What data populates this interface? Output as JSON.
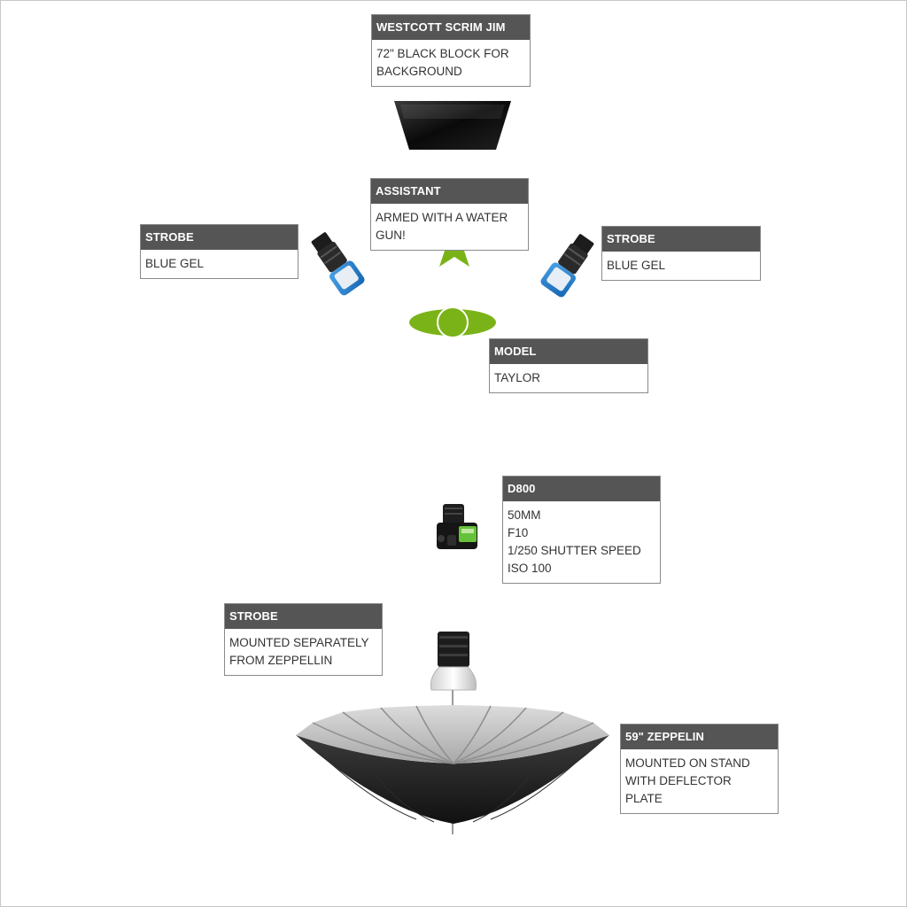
{
  "labels": {
    "scrim": {
      "title": "WESTCOTT SCRIM JIM",
      "lines": [
        "72\" BLACK BLOCK FOR",
        "BACKGROUND"
      ]
    },
    "assistant": {
      "title": "ASSISTANT",
      "lines": [
        "ARMED WITH A WATER",
        "GUN!"
      ]
    },
    "strobe_left": {
      "title": "STROBE",
      "lines": [
        "BLUE GEL"
      ]
    },
    "strobe_right": {
      "title": "STROBE",
      "lines": [
        "BLUE GEL"
      ]
    },
    "model": {
      "title": "MODEL",
      "lines": [
        "TAYLOR"
      ]
    },
    "camera": {
      "title": "D800",
      "lines": [
        "50MM",
        "F10",
        "1/250 SHUTTER SPEED",
        "ISO 100"
      ]
    },
    "strobe_bottom": {
      "title": "STROBE",
      "lines": [
        "MOUNTED SEPARATELY",
        "FROM ZEPPELLIN"
      ]
    },
    "zeppelin": {
      "title": "59\" ZEPPELIN",
      "lines": [
        "MOUNTED ON STAND",
        "WITH DEFLECTOR",
        "PLATE"
      ]
    }
  },
  "icons": {
    "scrim": "black-scrim-icon",
    "assistant": "green-star-icon",
    "model": "green-person-icon",
    "strobe": "strobe-light-icon",
    "camera": "dslr-camera-icon",
    "zeppelin": "umbrella-reflector-icon"
  },
  "colors": {
    "header_bg": "#555555",
    "accent_green": "#7ab317",
    "gel_blue": "#1e78c8"
  }
}
